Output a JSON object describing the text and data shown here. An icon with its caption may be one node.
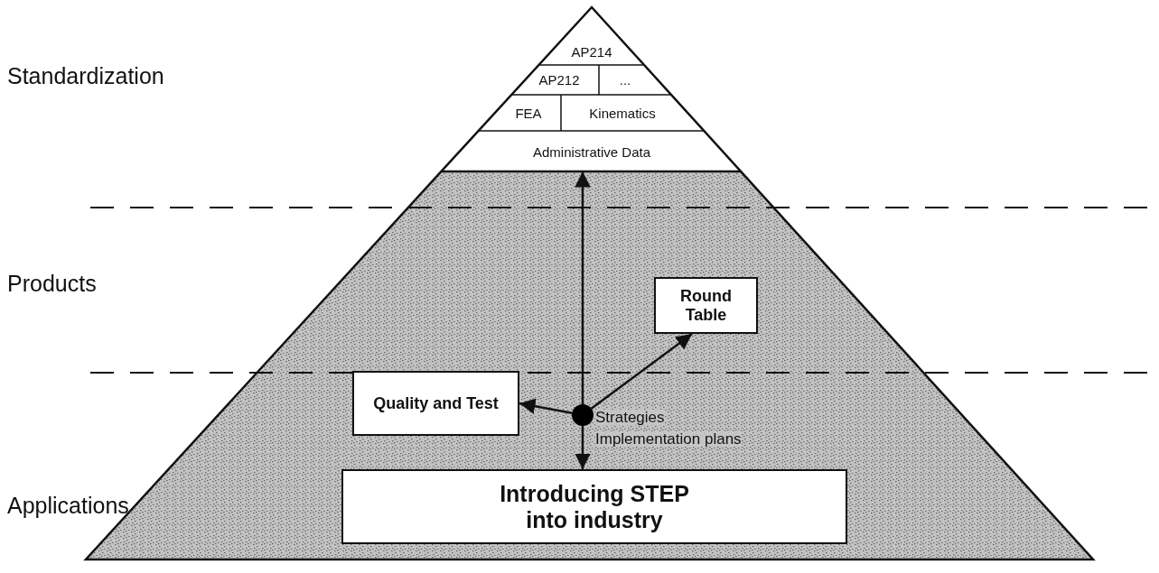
{
  "diagram": {
    "nodes": [
      {
        "text": [
          "AP214"
        ]
      },
      {
        "text": [
          "AP212"
        ]
      },
      {
        "text": [
          "..."
        ]
      },
      {
        "text": [
          "FEA"
        ]
      },
      {
        "text": [
          "Kinematics"
        ]
      },
      {
        "text": [
          "Administrative Data"
        ]
      },
      {
        "text": [
          "Round Table"
        ]
      },
      {
        "text": [
          "Quality and Test"
        ]
      },
      {
        "text": [],
        "shape": "circle",
        "beside": [
          "Strategies",
          "Implementation plans"
        ]
      },
      {
        "text": [
          "Introducing STEP into industry"
        ]
      }
    ],
    "edges": [
      {
        "from": 8,
        "to": 5,
        "arrow": "to"
      },
      {
        "from": 8,
        "to": 6,
        "arrow": "to"
      },
      {
        "from": 8,
        "to": 7,
        "arrow": "to"
      },
      {
        "from": 8,
        "to": 9,
        "arrow": "to"
      }
    ],
    "labels": [
      "Standardization",
      "Products",
      "Applications"
    ]
  }
}
